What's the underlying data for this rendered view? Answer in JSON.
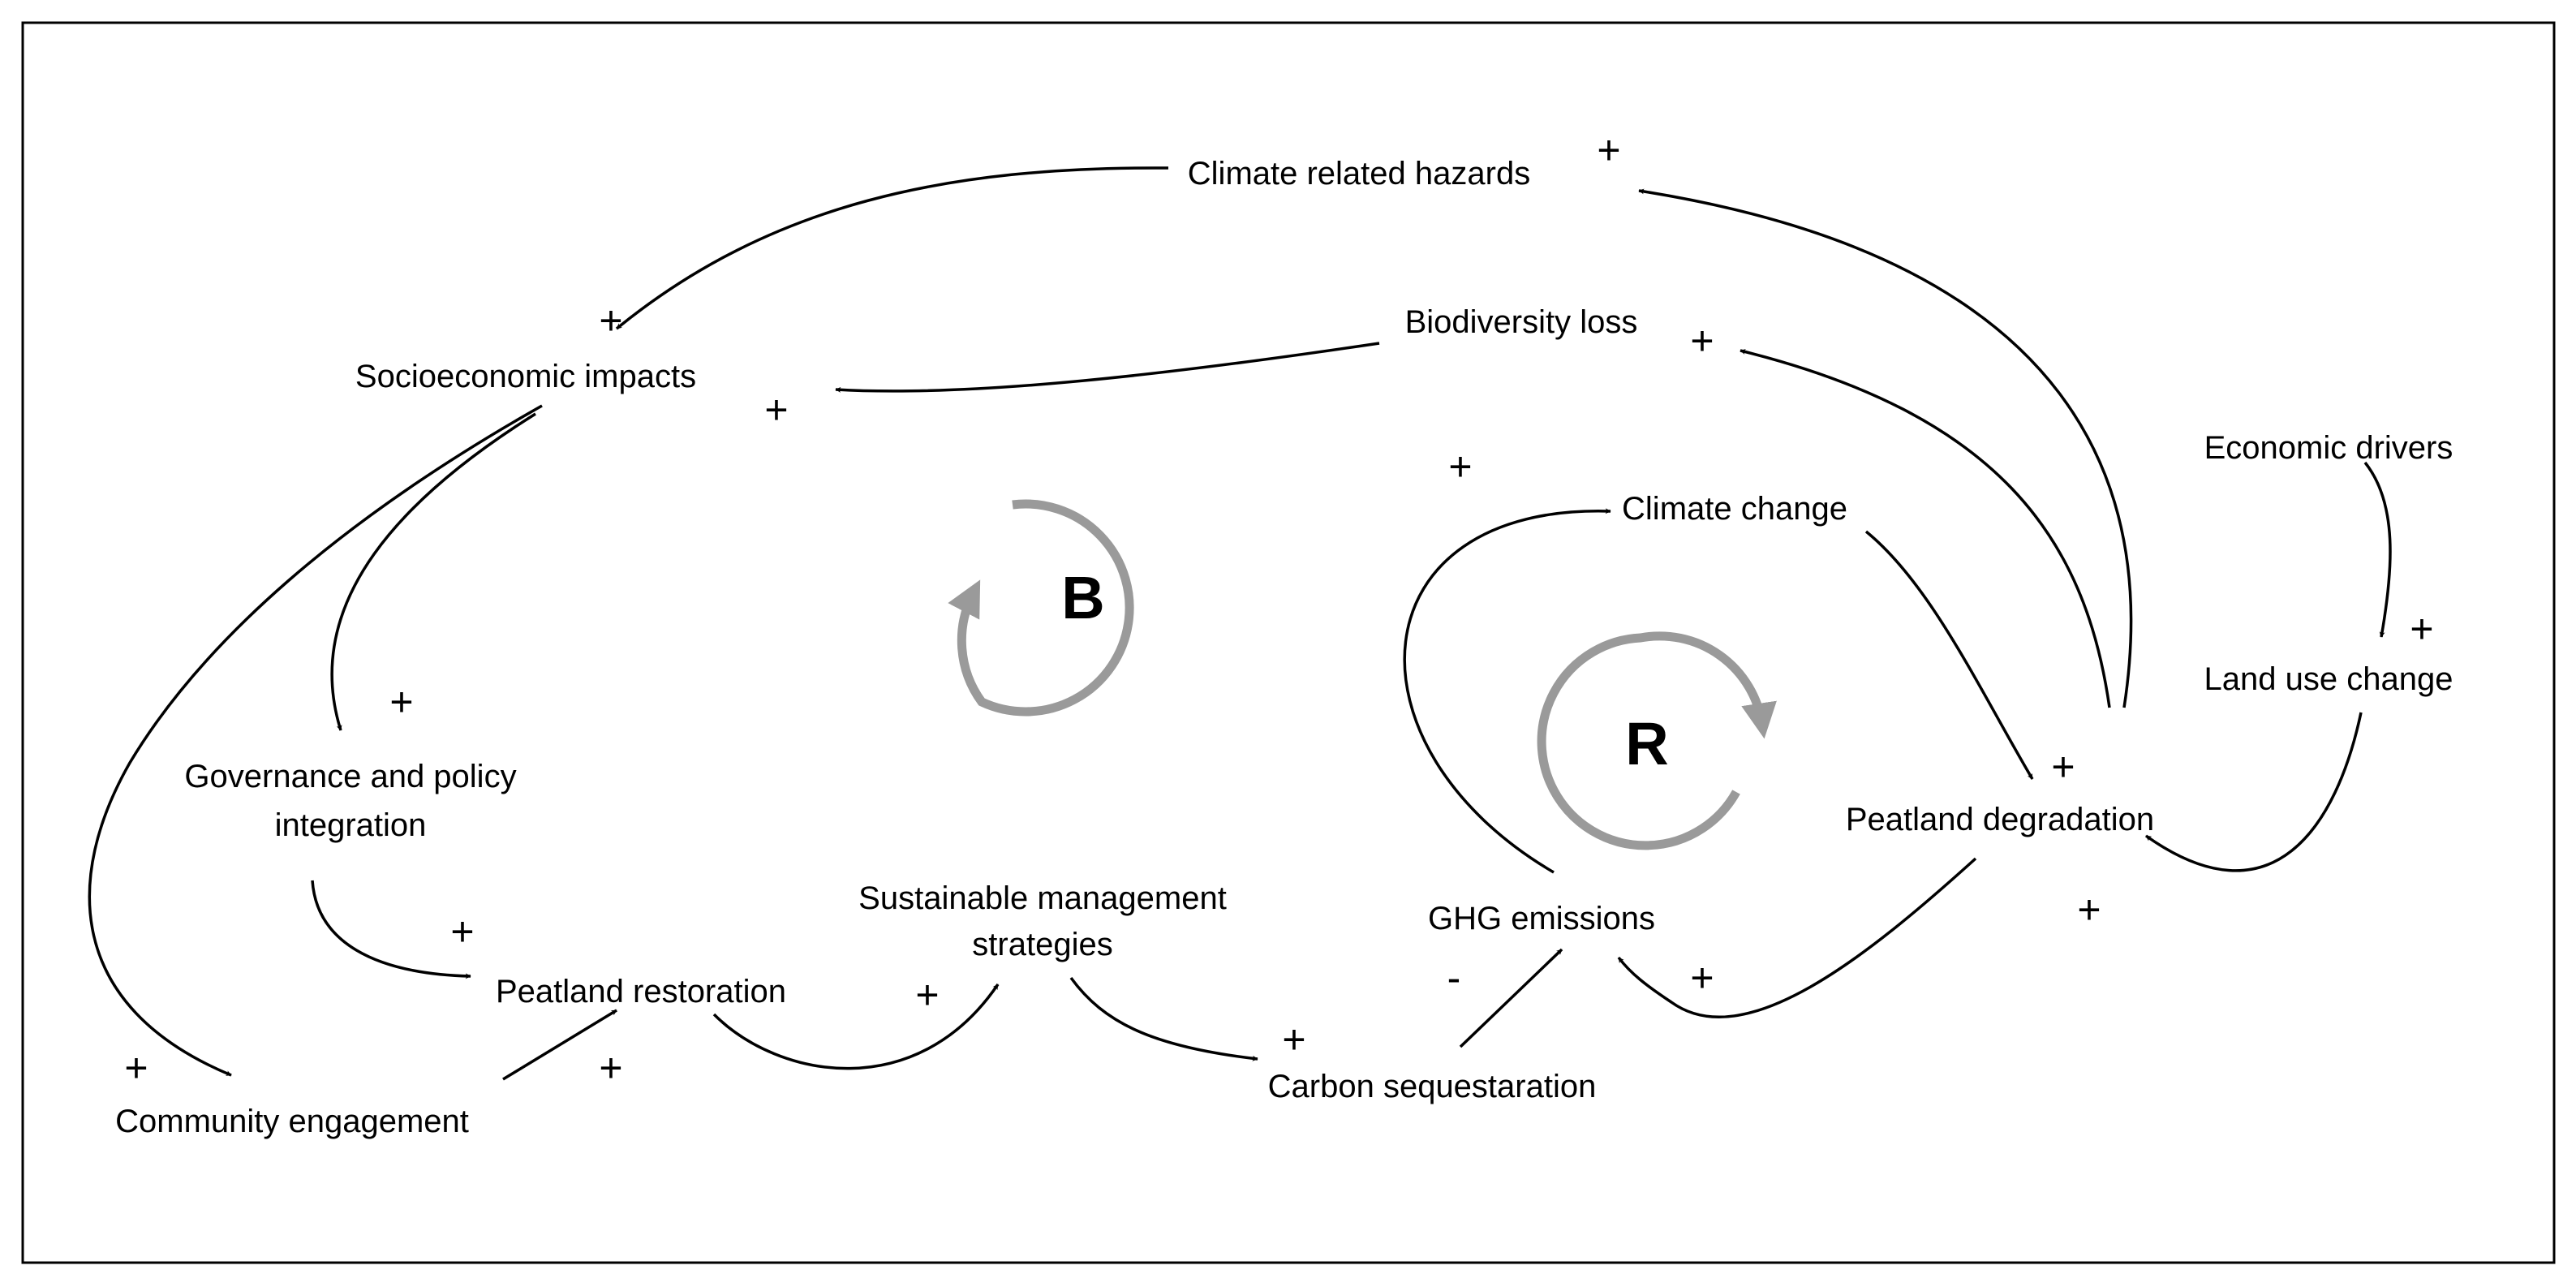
{
  "diagram": {
    "type": "causal-loop-diagram",
    "nodes": {
      "climate_related_hazards": "Climate related hazards",
      "biodiversity_loss": "Biodiversity loss",
      "socioeconomic_impacts": "Socioeconomic impacts",
      "climate_change": "Climate change",
      "economic_drivers": "Economic drivers",
      "land_use_change": "Land use change",
      "governance_line1": "Governance and policy",
      "governance_line2": "integration",
      "peatland_degradation": "Peatland degradation",
      "sustainable_line1": "Sustainable management",
      "sustainable_line2": "strategies",
      "ghg_emissions": "GHG emissions",
      "peatland_restoration": "Peatland restoration",
      "carbon_sequestration": "Carbon sequestaration",
      "community_engagement": "Community engagement"
    },
    "loops": {
      "balancing": "B",
      "reinforcing": "R"
    },
    "edges": [
      {
        "from": "Climate related hazards",
        "to": "Socioeconomic impacts",
        "polarity": "+"
      },
      {
        "from": "Biodiversity loss",
        "to": "Socioeconomic impacts",
        "polarity": "+"
      },
      {
        "from": "Peatland degradation",
        "to": "Climate related hazards",
        "polarity": "+"
      },
      {
        "from": "Peatland degradation",
        "to": "Biodiversity loss",
        "polarity": "+"
      },
      {
        "from": "Socioeconomic impacts",
        "to": "Governance and policy integration",
        "polarity": "+"
      },
      {
        "from": "Socioeconomic impacts",
        "to": "Community engagement",
        "polarity": "+"
      },
      {
        "from": "Governance and policy integration",
        "to": "Peatland restoration",
        "polarity": "+"
      },
      {
        "from": "Community engagement",
        "to": "Peatland restoration",
        "polarity": "+"
      },
      {
        "from": "Peatland restoration",
        "to": "Sustainable management strategies",
        "polarity": "+"
      },
      {
        "from": "Sustainable management strategies",
        "to": "Carbon sequestaration",
        "polarity": "+"
      },
      {
        "from": "Carbon sequestaration",
        "to": "GHG emissions",
        "polarity": "-"
      },
      {
        "from": "GHG emissions",
        "to": "Climate change",
        "polarity": "+"
      },
      {
        "from": "Climate change",
        "to": "Peatland degradation",
        "polarity": "+"
      },
      {
        "from": "Peatland degradation",
        "to": "GHG emissions",
        "polarity": "+"
      },
      {
        "from": "Economic drivers",
        "to": "Land use change",
        "polarity": "+"
      },
      {
        "from": "Land use change",
        "to": "Peatland degradation",
        "polarity": "+"
      }
    ]
  }
}
